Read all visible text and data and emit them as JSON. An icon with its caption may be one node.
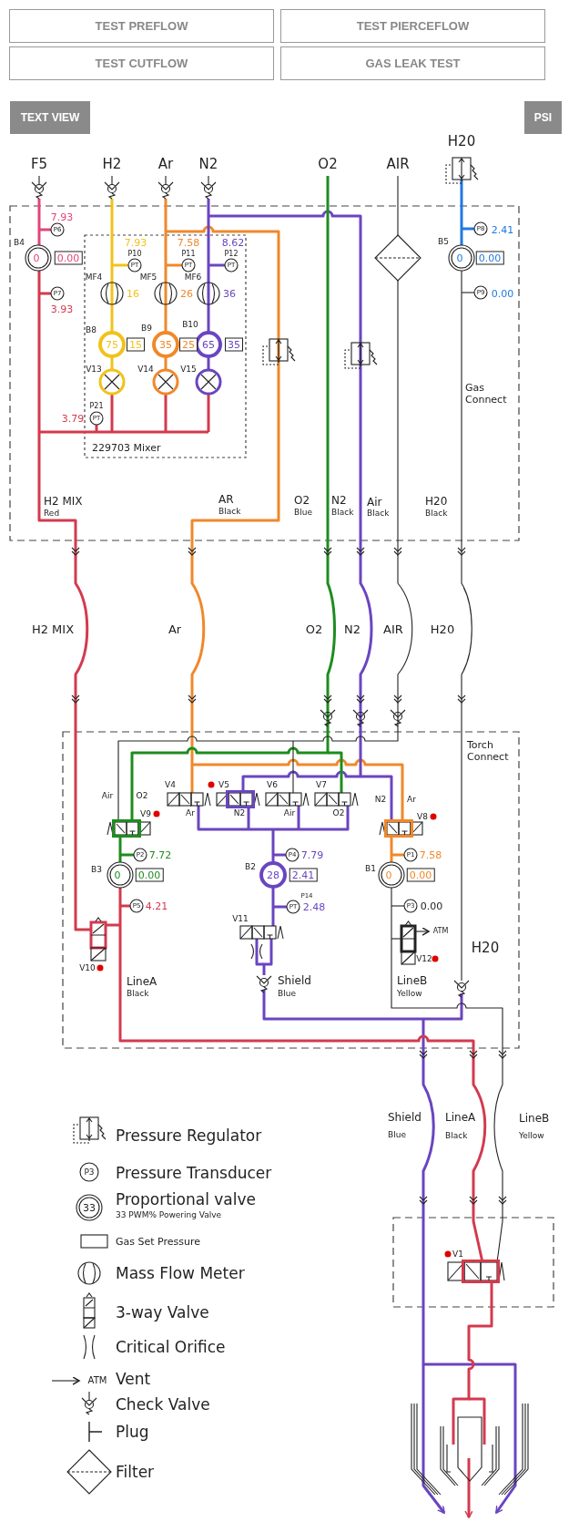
{
  "diagram": {
    "labels": [
      "TEST PREFLOW",
      "TEST PIERCEFLOW",
      "TEST CUTFLOW",
      "GAS LEAK TEST",
      "TEXT VIEW",
      "PSI",
      "F5",
      "H2",
      "Ar",
      "N2",
      "O2",
      "AIR",
      "H20",
      "7.93",
      "P6",
      "B4",
      "0",
      "0.00",
      "P7",
      "3.93",
      "7.93",
      "7.58",
      "8.62",
      "P10",
      "P11",
      "P12",
      "PT",
      "PT",
      "PT",
      "P8",
      "2.41",
      "B5",
      "0",
      "0.00",
      "MF4",
      "MF5",
      "MF6",
      "16",
      "26",
      "36",
      "P9",
      "0.00",
      "B8",
      "B9",
      "B10",
      "75",
      "15",
      "35",
      "25",
      "65",
      "35",
      "V13",
      "V14",
      "V15",
      "Gas Connect",
      "P21",
      "3.79",
      "PT",
      "229703 Mixer",
      "H2 MIX",
      "Red",
      "AR",
      "Black",
      "O2",
      "Blue",
      "N2",
      "Black",
      "Air",
      "Black",
      "H20",
      "Black",
      "H2 MIX",
      "Ar",
      "O2",
      "N2",
      "AIR",
      "H20",
      "Torch Connect",
      "Air",
      "O2",
      "V4",
      "V5",
      "V6",
      "V7",
      "V9",
      "N2",
      "Ar",
      "Ar",
      "N2",
      "Air",
      "O2",
      "V8",
      "P2",
      "7.72",
      "P4",
      "7.79",
      "P1",
      "7.58",
      "B3",
      "0",
      "0.00",
      "B2",
      "28",
      "2.41",
      "B1",
      "0",
      "0.00",
      "P14",
      "P5",
      "4.21",
      "PT",
      "2.48",
      "P3",
      "0.00",
      "V11",
      "ATM",
      "H20",
      "V12",
      "V10",
      "LineA",
      "Shield",
      "LineB",
      "Black",
      "Blue",
      "Yellow",
      "Shield",
      "LineA",
      "LineB",
      "Blue",
      "Black",
      "Yellow",
      "P3",
      "33",
      "33 PWM% Powering Valve",
      "V1",
      "ATM"
    ],
    "legend": [
      {
        "text": "Pressure Regulator"
      },
      {
        "text": "Pressure Transducer"
      },
      {
        "text": "Proportional valve"
      },
      {
        "text": "Gas Set Pressure"
      },
      {
        "text": "Mass Flow Meter"
      },
      {
        "text": "3-way Valve"
      },
      {
        "text": "Critical Orifice"
      },
      {
        "text": "Vent"
      },
      {
        "text": "Check Valve"
      },
      {
        "text": "Plug"
      },
      {
        "text": "Filter"
      }
    ]
  }
}
